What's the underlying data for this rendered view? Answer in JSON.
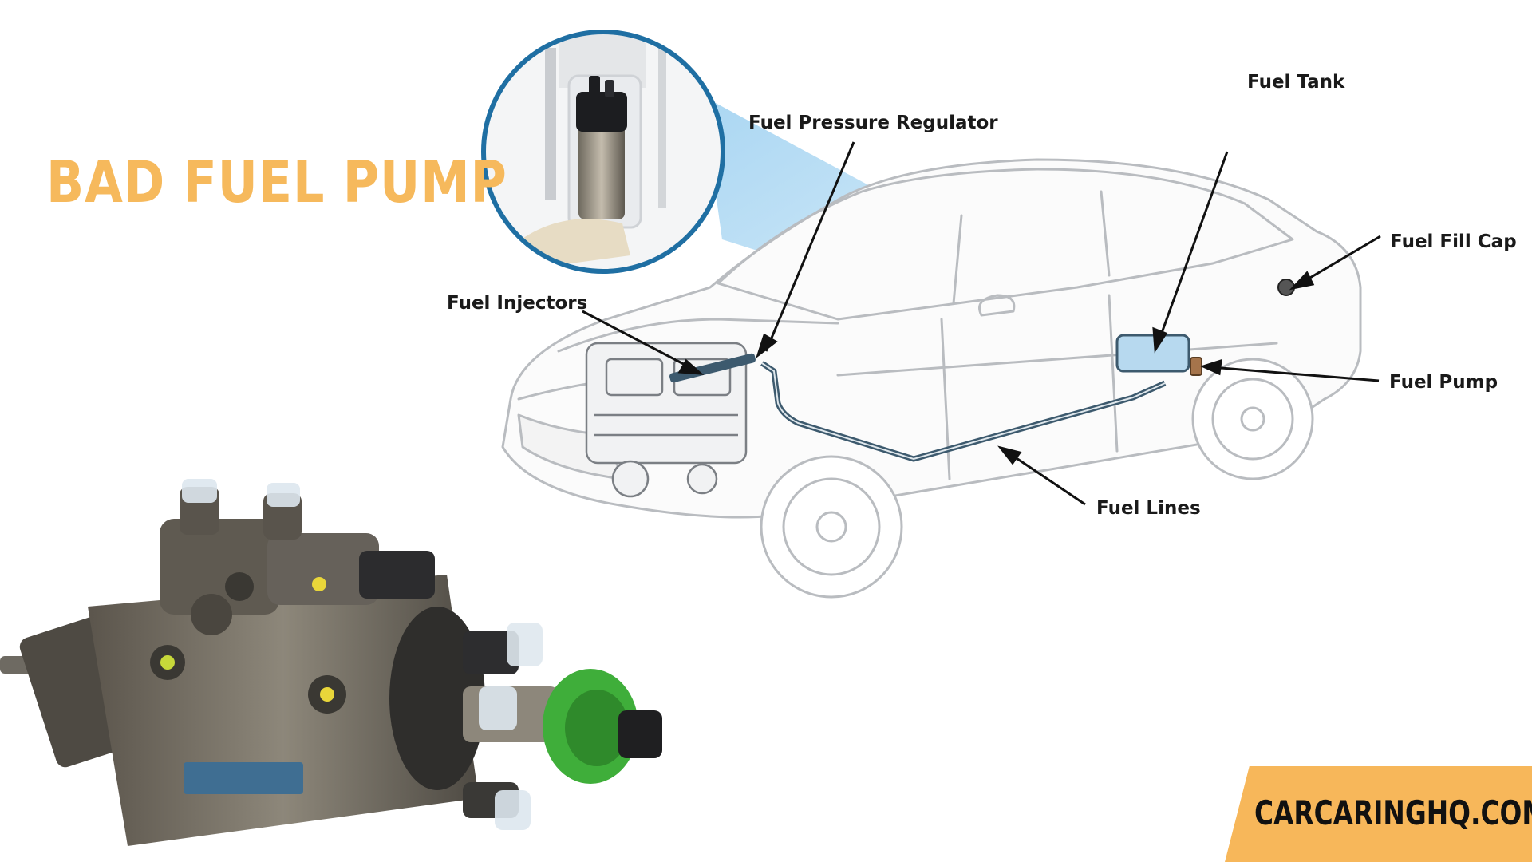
{
  "headline": "BAD FUEL PUMP",
  "brand": "CARCARINGHQ.COM",
  "callouts": {
    "fuel_tank": "Fuel Tank",
    "fuel_pressure_regulator": "Fuel Pressure Regulator",
    "fuel_fill_cap": "Fuel Fill Cap",
    "fuel_injectors": "Fuel Injectors",
    "fuel_pump": "Fuel Pump",
    "fuel_lines": "Fuel Lines"
  },
  "colors": {
    "headline": "#f6b95c",
    "banner": "#f7b75a",
    "magnifier_ring": "#1f6fa3",
    "fuel_line": "#3d5a6e",
    "beam": "#8ec9ee"
  }
}
